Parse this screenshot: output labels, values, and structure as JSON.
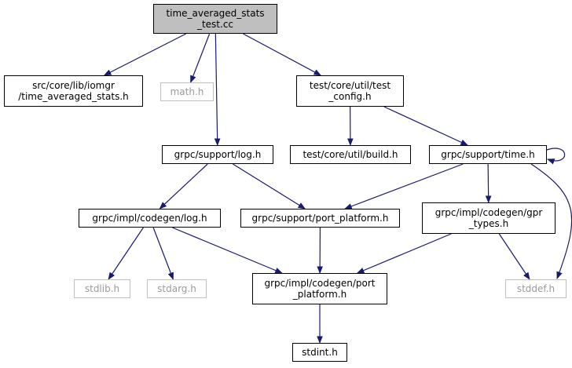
{
  "colors": {
    "edge": "#191970",
    "border": "#000000",
    "external_border": "#bfbfbf",
    "root_fill": "#bfbfbf"
  },
  "nodes": {
    "root": {
      "label": "time_averaged_stats\n_test.cc"
    },
    "iomgr_tas": {
      "label": "src/core/lib/iomgr\n/time_averaged_stats.h"
    },
    "math": {
      "label": "math.h"
    },
    "test_config": {
      "label": "test/core/util/test\n_config.h"
    },
    "support_log": {
      "label": "grpc/support/log.h"
    },
    "util_build": {
      "label": "test/core/util/build.h"
    },
    "support_time": {
      "label": "grpc/support/time.h"
    },
    "codegen_log": {
      "label": "grpc/impl/codegen/log.h"
    },
    "support_pp": {
      "label": "grpc/support/port_platform.h"
    },
    "gpr_types": {
      "label": "grpc/impl/codegen/gpr\n_types.h"
    },
    "stdlib": {
      "label": "stdlib.h"
    },
    "stdarg": {
      "label": "stdarg.h"
    },
    "codegen_pp": {
      "label": "grpc/impl/codegen/port\n_platform.h"
    },
    "stddef": {
      "label": "stddef.h"
    },
    "stdint": {
      "label": "stdint.h"
    }
  },
  "edges": [
    [
      "root",
      "iomgr_tas"
    ],
    [
      "root",
      "math"
    ],
    [
      "root",
      "support_log"
    ],
    [
      "root",
      "test_config"
    ],
    [
      "test_config",
      "util_build"
    ],
    [
      "test_config",
      "support_time"
    ],
    [
      "support_log",
      "codegen_log"
    ],
    [
      "support_log",
      "support_pp"
    ],
    [
      "support_time",
      "support_time"
    ],
    [
      "support_time",
      "support_pp"
    ],
    [
      "support_time",
      "gpr_types"
    ],
    [
      "support_time",
      "stddef"
    ],
    [
      "codegen_log",
      "stdlib"
    ],
    [
      "codegen_log",
      "stdarg"
    ],
    [
      "codegen_log",
      "codegen_pp"
    ],
    [
      "support_pp",
      "codegen_pp"
    ],
    [
      "gpr_types",
      "codegen_pp"
    ],
    [
      "gpr_types",
      "stddef"
    ],
    [
      "codegen_pp",
      "stdint"
    ]
  ]
}
